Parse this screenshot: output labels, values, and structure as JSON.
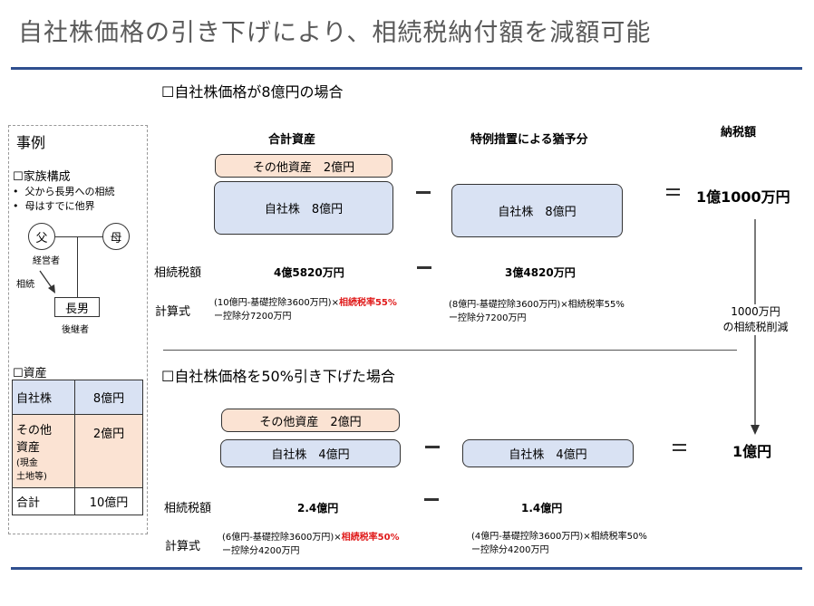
{
  "title": "自社株価格の引き下げにより、相続税納付額を減額可能",
  "case_panel": {
    "heading": "事例",
    "family_heading": "☐家族構成",
    "family_bullets": [
      "父から長男への相続",
      "母はすでに他界"
    ],
    "father": "父",
    "father_role": "経営者",
    "mother": "母",
    "son": "長男",
    "son_role": "後継者",
    "inheritance_label": "相続",
    "assets_heading": "☐資産",
    "assets": [
      {
        "item": "自社株",
        "value": "8億円"
      },
      {
        "item_lines": [
          "その他",
          "資産"
        ],
        "item_note": [
          "(現金",
          "土地等)"
        ],
        "value": "2億円"
      },
      {
        "item": "合計",
        "value": "10億円"
      }
    ]
  },
  "scenario1": {
    "heading": "☐自社株価格が8億円の場合",
    "col_total": "合計資産",
    "col_deferral": "特例措置による猶予分",
    "col_tax": "納税額",
    "other_assets": "その他資産　2億円",
    "own_stock": "自社株　8億円",
    "deferred_stock": "自社株　8億円",
    "tax_result": "1億1000万円",
    "tax_label": "相続税額",
    "tax_total": "4億5820万円",
    "tax_deferral": "3億4820万円",
    "calc_label": "計算式",
    "calc_total_a": "(10億円-基礎控除3600万円)×",
    "calc_total_rate": "相続税率55%",
    "calc_total_b": "ー控除分7200万円",
    "calc_deferral_a": "(8億円-基礎控除3600万円)×相続税率55%",
    "calc_deferral_b": "ー控除分7200万円"
  },
  "reduction_note": [
    "1000万円",
    "の相続税削減"
  ],
  "scenario2": {
    "heading": "☐自社株価格を50%引き下げた場合",
    "other_assets": "その他資産　2億円",
    "own_stock": "自社株　4億円",
    "deferred_stock": "自社株　4億円",
    "tax_result": "1億円",
    "tax_label": "相続税額",
    "tax_total": "2.4億円",
    "tax_deferral": "1.4億円",
    "calc_label": "計算式",
    "calc_total_a": "(6億円-基礎控除3600万円)×",
    "calc_total_rate": "相続税率50%",
    "calc_total_b": "ー控除分4200万円",
    "calc_deferral_a": "(4億円-基礎控除3600万円)×相続税率50%",
    "calc_deferral_b": "ー控除分4200万円"
  },
  "colors": {
    "rule": "#2f4f8f",
    "peach": "#fbe3d3",
    "blue": "#d9e2f3",
    "emphasis": "#e01c1c"
  }
}
